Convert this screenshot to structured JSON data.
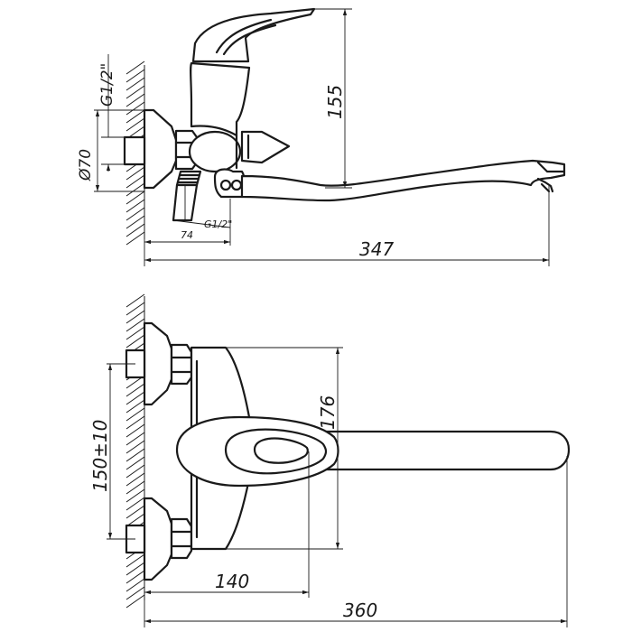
{
  "drawing": {
    "side_view": {
      "thread_inlet": "G1/2\"",
      "flange_diameter": "Ø70",
      "thread_outlet": "G1/2\"",
      "outlet_offset": "74",
      "height": "155",
      "overall_length": "347"
    },
    "top_view": {
      "center_distance": "150±10",
      "depth": "176",
      "handle_offset": "140",
      "overall_length": "360"
    }
  }
}
